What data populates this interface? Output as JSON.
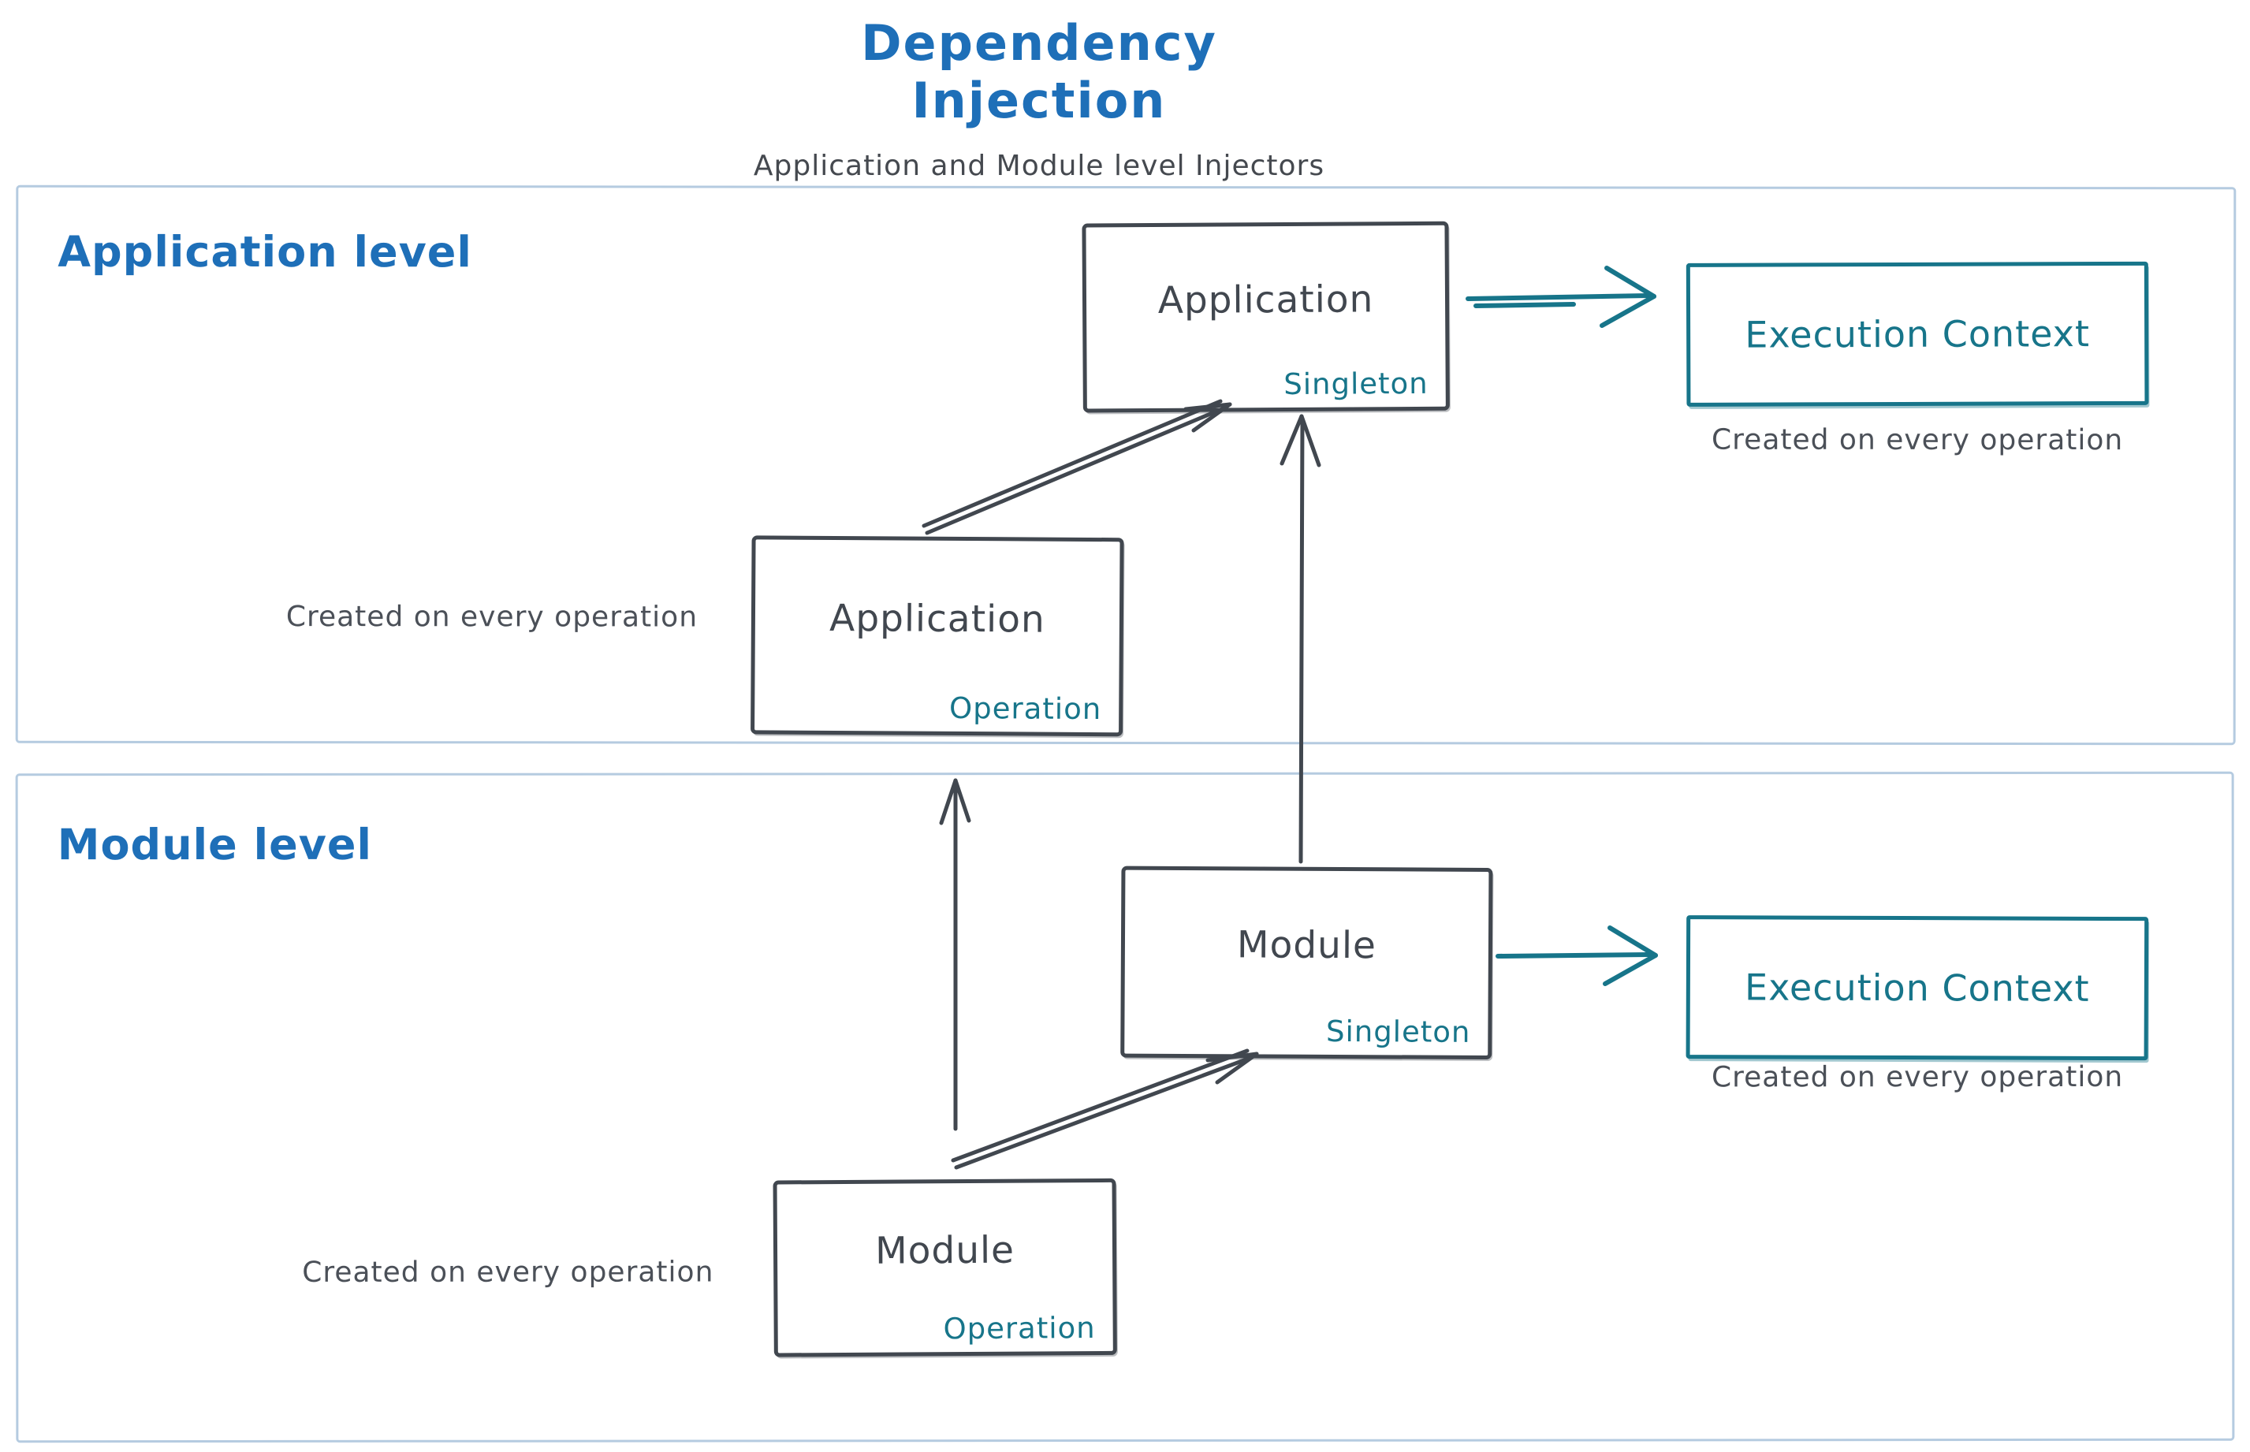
{
  "title": "Dependency Injection",
  "subtitle": "Application and Module level Injectors",
  "colors": {
    "accent_blue": "#1e6fb8",
    "stroke_dark": "#41474f",
    "accent_teal": "#17758a",
    "container_border": "#b5cbe0",
    "background": "#ffffff"
  },
  "application_level": {
    "label": "Application level",
    "singleton_node": {
      "title": "Application",
      "scope": "Singleton"
    },
    "operation_node": {
      "title": "Application",
      "scope": "Operation"
    },
    "operation_note": "Created on every operation",
    "execution_context": {
      "title": "Execution Context",
      "note": "Created on every operation"
    }
  },
  "module_level": {
    "label": "Module level",
    "singleton_node": {
      "title": "Module",
      "scope": "Singleton"
    },
    "operation_node": {
      "title": "Module",
      "scope": "Operation"
    },
    "operation_note": "Created on every operation",
    "execution_context": {
      "title": "Execution Context",
      "note": "Created on every operation"
    }
  }
}
